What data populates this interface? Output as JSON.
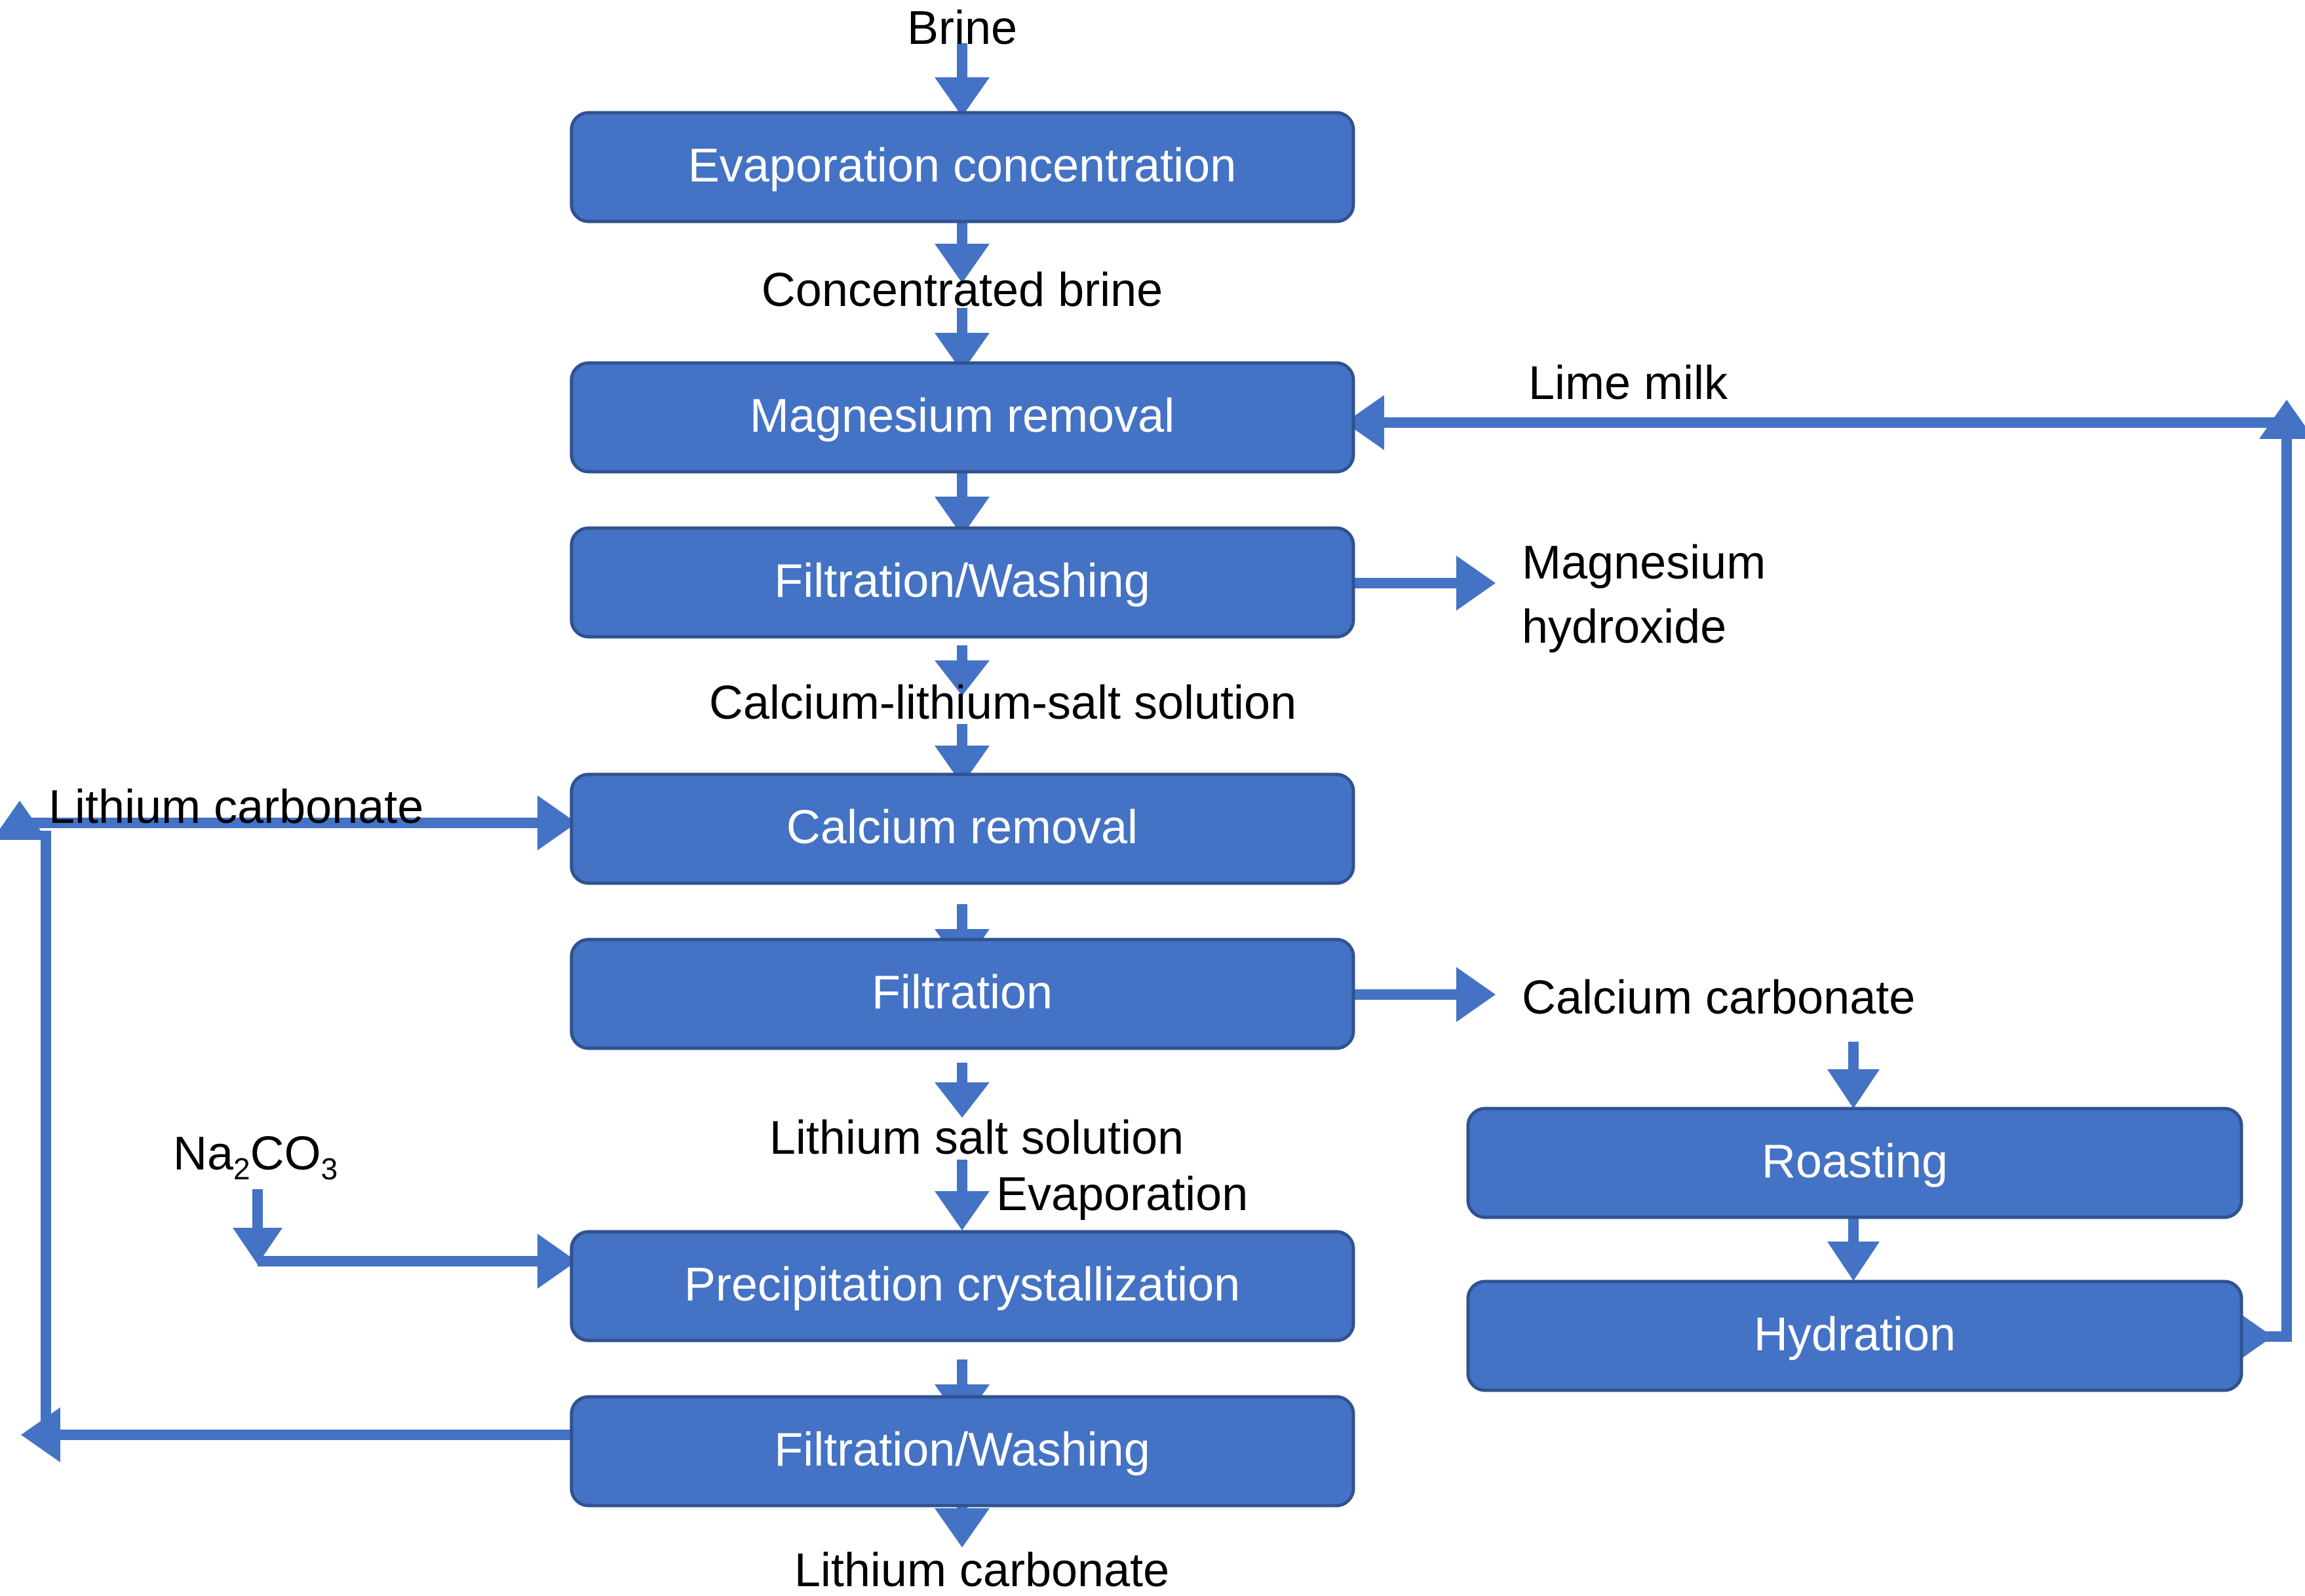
{
  "diagram": {
    "title_visible": false,
    "colors": {
      "box_fill": "#4472C4",
      "box_border": "#2F528F",
      "box_text": "#FFFFFF",
      "connector": "#4472C4",
      "label_text": "#000000",
      "background": "#FFFFFF"
    },
    "process_boxes": [
      {
        "id": "evaporation_concentration",
        "label": "Evaporation concentration"
      },
      {
        "id": "magnesium_removal",
        "label": "Magnesium removal"
      },
      {
        "id": "filtration_washing_1",
        "label": "Filtration/Washing"
      },
      {
        "id": "calcium_removal",
        "label": "Calcium removal"
      },
      {
        "id": "filtration",
        "label": "Filtration"
      },
      {
        "id": "precipitation_crystallization",
        "label": "Precipitation crystallization"
      },
      {
        "id": "filtration_washing_2",
        "label": "Filtration/Washing"
      },
      {
        "id": "roasting",
        "label": "Roasting"
      },
      {
        "id": "hydration",
        "label": "Hydration"
      }
    ],
    "stream_labels": [
      {
        "id": "brine",
        "text": "Brine"
      },
      {
        "id": "concentrated_brine",
        "text": "Concentrated brine"
      },
      {
        "id": "lime_milk",
        "text": "Lime milk"
      },
      {
        "id": "magnesium_hydroxide_line1",
        "text": "Magnesium"
      },
      {
        "id": "magnesium_hydroxide_line2",
        "text": "hydroxide"
      },
      {
        "id": "calcium_lithium_salt_solution",
        "text": "Calcium-lithium-salt solution"
      },
      {
        "id": "lithium_carbonate_recycle",
        "text": "Lithium carbonate"
      },
      {
        "id": "calcium_carbonate",
        "text": "Calcium carbonate"
      },
      {
        "id": "lithium_salt_solution",
        "text": "Lithium salt solution"
      },
      {
        "id": "evaporation",
        "text": "Evaporation"
      },
      {
        "id": "lithium_carbonate_product",
        "text": "Lithium carbonate"
      }
    ],
    "reagent_labels": [
      {
        "id": "sodium_carbonate",
        "formula_prefix": "Na",
        "sub1": "2",
        "formula_mid": "CO",
        "sub2": "3"
      }
    ]
  }
}
